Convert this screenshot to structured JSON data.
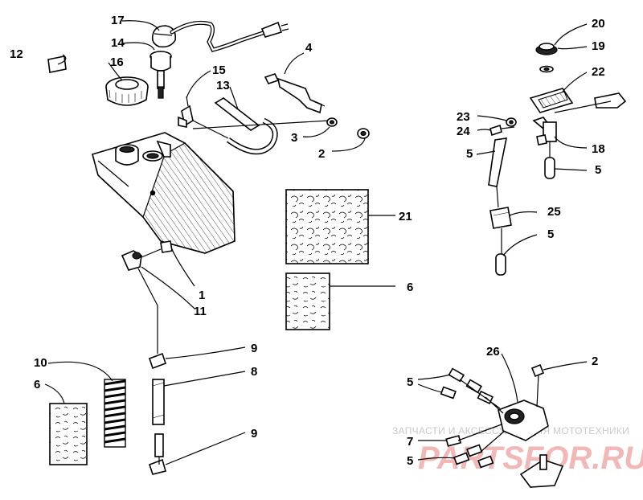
{
  "callouts": {
    "c1": "1",
    "c2a": "2",
    "c2b": "2",
    "c3": "3",
    "c4": "4",
    "c5a": "5",
    "c5b": "5",
    "c5c": "5",
    "c5d": "5",
    "c5e": "5",
    "c6a": "6",
    "c6b": "6",
    "c7": "7",
    "c8": "8",
    "c9a": "9",
    "c9b": "9",
    "c10": "10",
    "c11": "11",
    "c12": "12",
    "c13": "13",
    "c14": "14",
    "c15": "15",
    "c16": "16",
    "c17": "17",
    "c18": "18",
    "c19": "19",
    "c20": "20",
    "c21": "21",
    "c22": "22",
    "c23": "23",
    "c24": "24",
    "c25": "25",
    "c26": "26"
  },
  "watermark": {
    "tagline": "ЗАПЧАСТИ И АКСЕССУАРЫ ДЛЯ МОТОТЕХНИКИ",
    "brand": "PARTSFOR.RU",
    "color": "#e23b3b"
  }
}
